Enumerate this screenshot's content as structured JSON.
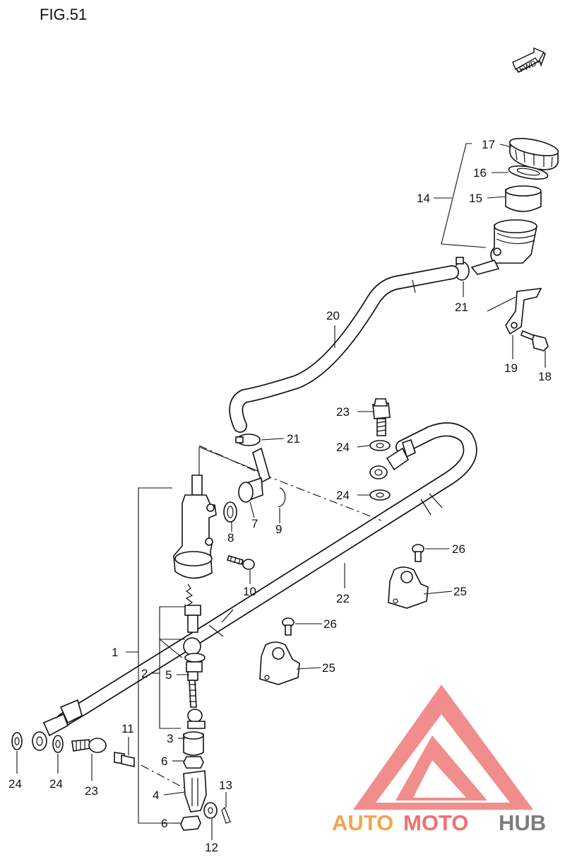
{
  "figure": {
    "title": "FIG.51"
  },
  "direction_tag": {
    "text": "FWD"
  },
  "callouts": {
    "c1": "1",
    "c2": "2",
    "c3": "3",
    "c4": "4",
    "c5": "5",
    "c6a": "6",
    "c6b": "6",
    "c7": "7",
    "c8": "8",
    "c9": "9",
    "c10": "10",
    "c11": "11",
    "c12": "12",
    "c13": "13",
    "c14": "14",
    "c15": "15",
    "c16": "16",
    "c17": "17",
    "c18": "18",
    "c19": "19",
    "c20": "20",
    "c21a": "21",
    "c21b": "21",
    "c22": "22",
    "c23a": "23",
    "c23b": "23",
    "c24a": "24",
    "c24b": "24",
    "c24c": "24",
    "c24d": "24",
    "c25a": "25",
    "c25b": "25",
    "c26a": "26",
    "c26b": "26"
  },
  "watermark": {
    "part1": "AUTO",
    "part2": "MOTO",
    "part3": "HUB",
    "color_orange": "#f2a54a",
    "color_red": "#f07070",
    "color_gray": "#7d7d7d"
  }
}
